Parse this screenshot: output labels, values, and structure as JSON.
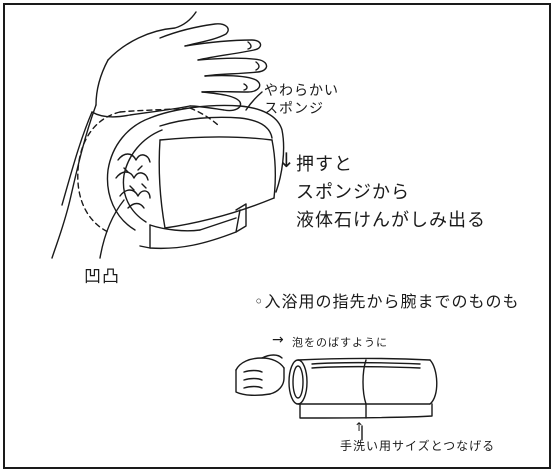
{
  "notes": {
    "soft_sponge_line1": "やわらかい",
    "soft_sponge_line2": "スポンジ",
    "press_arrow": "↓",
    "press_line1": "押すと",
    "press_line2": "スポンジから",
    "press_line3": "液体石けんがしみ出る",
    "bumpy": "凹凸",
    "bath_use": "◦入浴用の指先から腕までのものも",
    "foam_arrow": "→",
    "foam_note": "泡をのばすように",
    "hand_size_arrow": "↑",
    "hand_size_note": "手洗い用サイズとつなげる"
  },
  "colors": {
    "ink": "#1a1a1a",
    "paper": "#ffffff"
  }
}
